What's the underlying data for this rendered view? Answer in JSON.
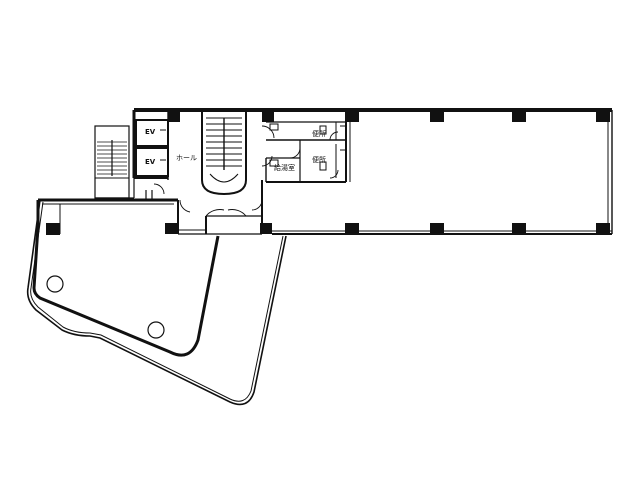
{
  "floor_plan": {
    "rooms": {
      "ev_upper": "EV",
      "ev_lower": "EV",
      "hall": "ホール",
      "toilet_upper": "便所",
      "toilet_lower": "便所",
      "kitchenette": "給湯室"
    },
    "colors": {
      "wall": "#111111",
      "column": "#111111",
      "background": "#ffffff"
    }
  }
}
